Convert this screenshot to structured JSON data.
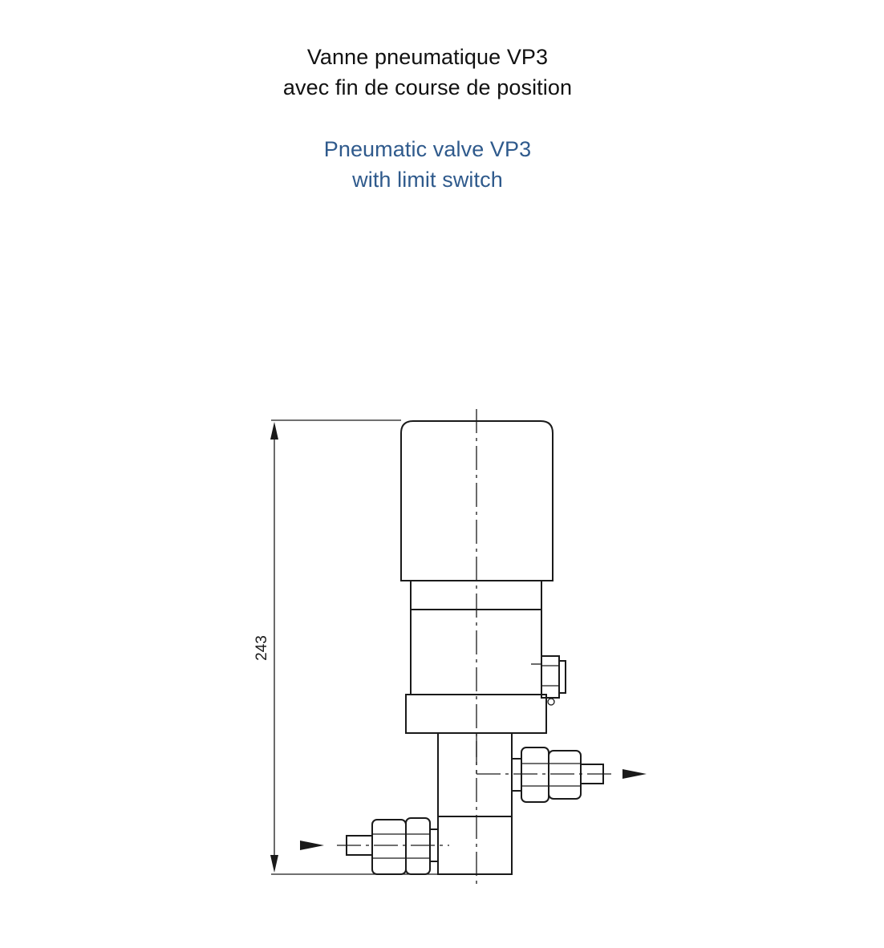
{
  "titles": {
    "french": {
      "line1": "Vanne pneumatique VP3",
      "line2": "avec fin de course de position"
    },
    "english": {
      "line1": "Pneumatic valve VP3",
      "line2": "with limit switch"
    }
  },
  "drawing": {
    "height_dimension": "243"
  },
  "colors": {
    "french_text": "#111111",
    "english_text": "#2f5a8c",
    "line": "#1a1a1a"
  }
}
